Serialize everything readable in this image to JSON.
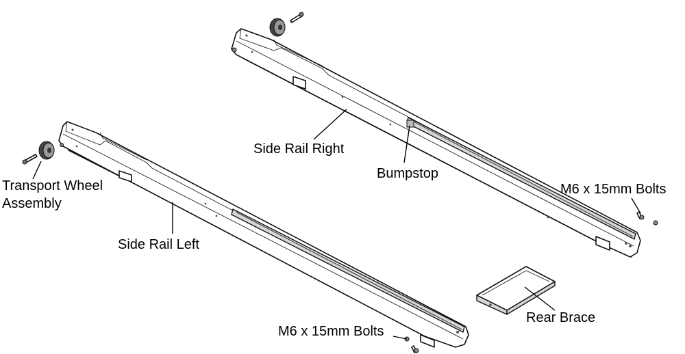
{
  "labels": {
    "side_rail_right": "Side Rail Right",
    "bumpstop": "Bumpstop",
    "m6_bolts_right": "M6 x 15mm Bolts",
    "transport_wheel_line1": "Transport Wheel",
    "transport_wheel_line2": "Assembly",
    "side_rail_left": "Side Rail Left",
    "m6_bolts_bottom": "M6 x 15mm Bolts",
    "rear_brace": "Rear Brace"
  }
}
